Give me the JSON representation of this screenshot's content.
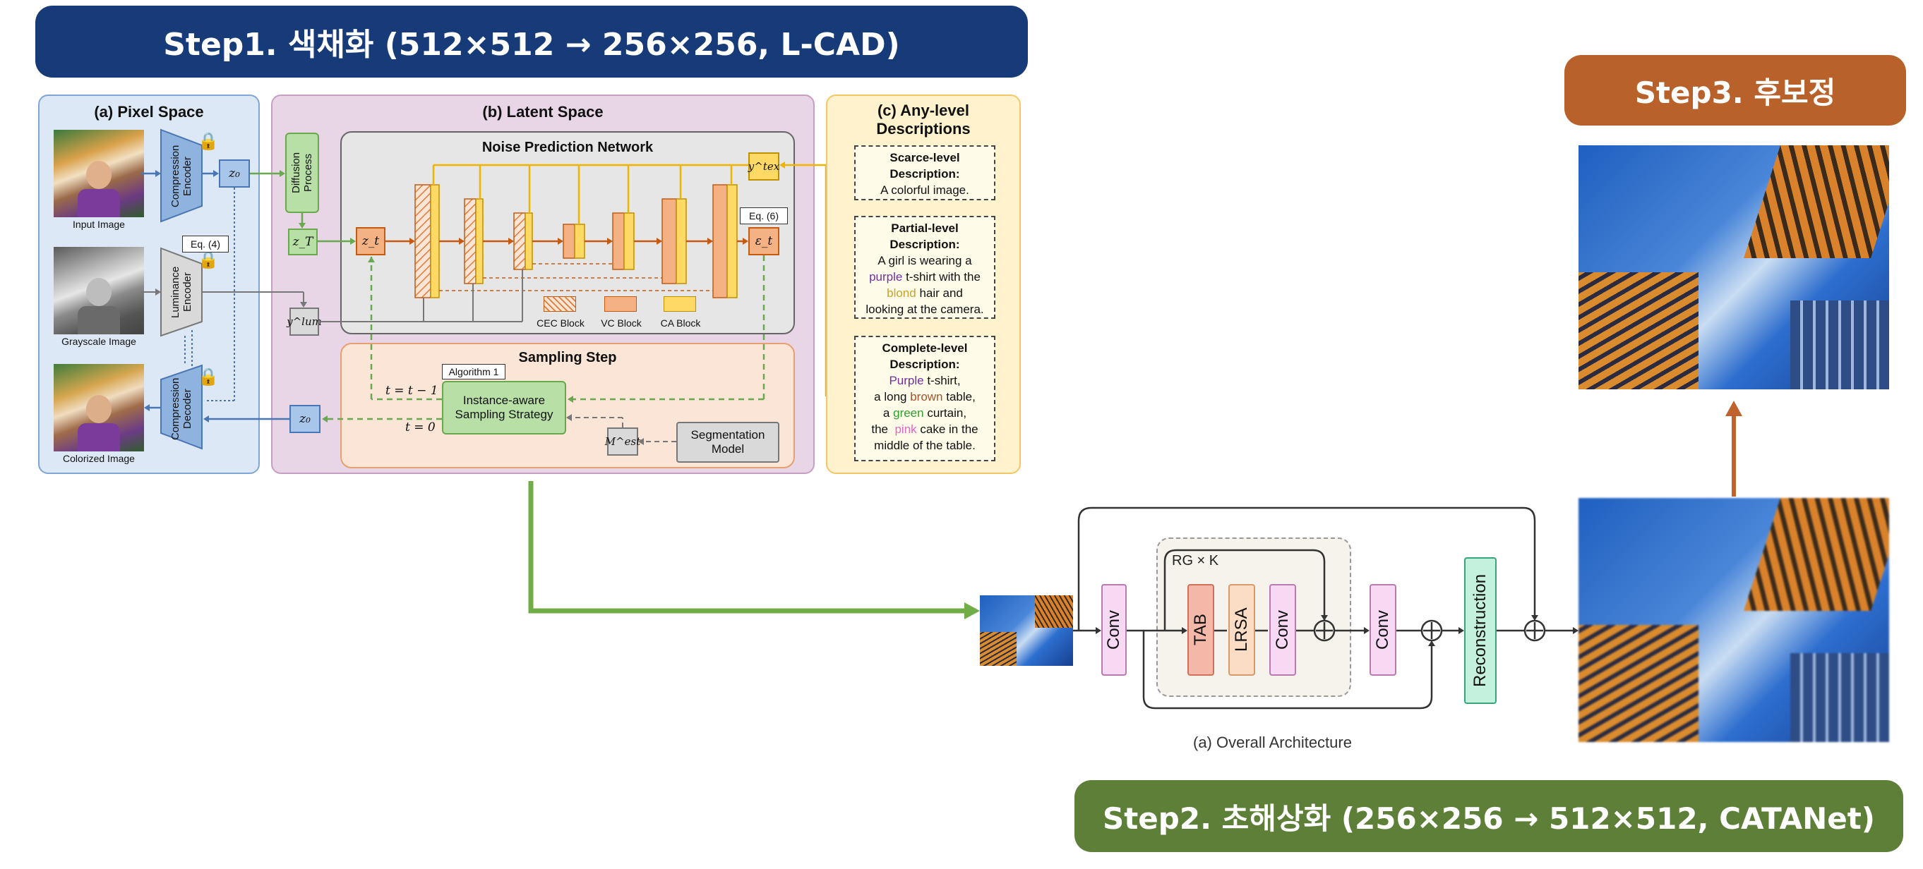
{
  "step1": {
    "title": "Step1. 색채화 (512×512 → 256×256, L-CAD)"
  },
  "step2": {
    "title": "Step2. 초해상화 (256×256 → 512×512, CATANet)"
  },
  "step3": {
    "title": "Step3. 후보정"
  },
  "colors": {
    "step1_banner": "#173a78",
    "step2_banner": "#5e7f38",
    "step3_banner": "#b8612a",
    "green_arrow": "#70ad47",
    "orange_arrow": "#c0622d"
  },
  "pixel_space": {
    "title": "(a) Pixel Space",
    "input_label": "Input Image",
    "gray_label": "Grayscale Image",
    "color_label": "Colorized Image",
    "compression_encoder": "Compression Encoder",
    "luminance_encoder": "Luminance Encoder",
    "compression_decoder": "Compression Decoder",
    "eq4": "Eq. (4)",
    "z0": "z₀"
  },
  "latent_space": {
    "title": "(b) Latent Space",
    "diffusion": "Diffusion Process",
    "zT": "z_T",
    "zt": "z_t",
    "ylum": "y^lum",
    "ytex": "y^tex",
    "et": "ε_t",
    "eq6": "Eq. (6)",
    "z0": "z₀",
    "npn_title": "Noise Prediction Network",
    "legend": [
      "CEC Block",
      "VC Block",
      "CA Block"
    ],
    "sampling_title": "Sampling Step",
    "algorithm": "Algorithm 1",
    "t_minus": "t = t − 1",
    "t_zero": "t = 0",
    "strategy": "Instance-aware Sampling Strategy",
    "mest": "M^est",
    "segmentation": "Segmentation Model"
  },
  "descriptions": {
    "title": "(c) Any-level Descriptions",
    "scarce_title": "Scarce-level Description:",
    "scarce_text": "A colorful image.",
    "partial_title": "Partial-level Description:",
    "partial_l1": "A girl is wearing a",
    "partial_purple": "purple",
    "partial_l2": " t-shirt with the",
    "partial_blond": "blond",
    "partial_l3": " hair and",
    "partial_l4": "looking at the camera.",
    "complete_title": "Complete-level Description:",
    "complete_purple": "Purple",
    "complete_l1": " t-shirt,",
    "complete_l2a": "a long ",
    "complete_brown": "brown",
    "complete_l2b": " table,",
    "complete_l3a": "a ",
    "complete_green": "green",
    "complete_l3b": " curtain,",
    "complete_l4a": "the  ",
    "complete_pink": "pink",
    "complete_l4b": " cake in the",
    "complete_l5": "middle of the table."
  },
  "catanet": {
    "conv": "Conv",
    "rg": "RG × K",
    "tab": "TAB",
    "lrsa": "LRSA",
    "reconstruction": "Reconstruction",
    "caption": "(a) Overall Architecture"
  }
}
